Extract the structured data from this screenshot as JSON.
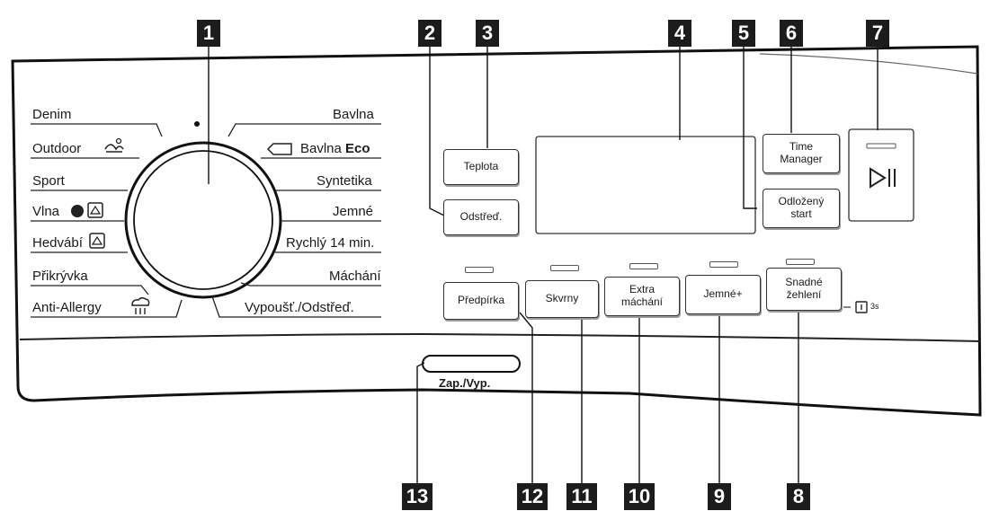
{
  "callouts": [
    "1",
    "2",
    "3",
    "4",
    "5",
    "6",
    "7",
    "8",
    "9",
    "10",
    "11",
    "12",
    "13"
  ],
  "programs_left": [
    "Denim",
    "Outdoor",
    "Sport",
    "Vlna",
    "Hedvábí",
    "Přikrývka",
    "Anti-Allergy"
  ],
  "programs_right": {
    "bavlna": "Bavlna",
    "bavlna_eco_prefix": "Bavlna",
    "bavlna_eco_suffix": "Eco",
    "syntetika": "Syntetika",
    "jemne": "Jemné",
    "rychly": "Rychlý 14 min.",
    "machani": "Máchání",
    "vypousteni": "Vypoušť./Odstřeď."
  },
  "buttons": {
    "teplota": "Teplota",
    "odstred": "Odstřeď.",
    "time_manager_1": "Time",
    "time_manager_2": "Manager",
    "odlozeny_1": "Odložený",
    "odlozeny_2": "start",
    "predpirka": "Předpírka",
    "skvrny": "Skvrny",
    "extra_1": "Extra",
    "extra_2": "máchání",
    "jemne_plus": "Jemné+",
    "snadne_1": "Snadné",
    "snadne_2": "žehlení",
    "lock_hint": "3s"
  },
  "power_label": "Zap./Vyp.",
  "icons": [
    "outdoor-icon",
    "wool-icon",
    "silk-icon",
    "anti-allergy-icon",
    "eco-tag-icon",
    "start-pause-icon",
    "child-lock-icon"
  ]
}
